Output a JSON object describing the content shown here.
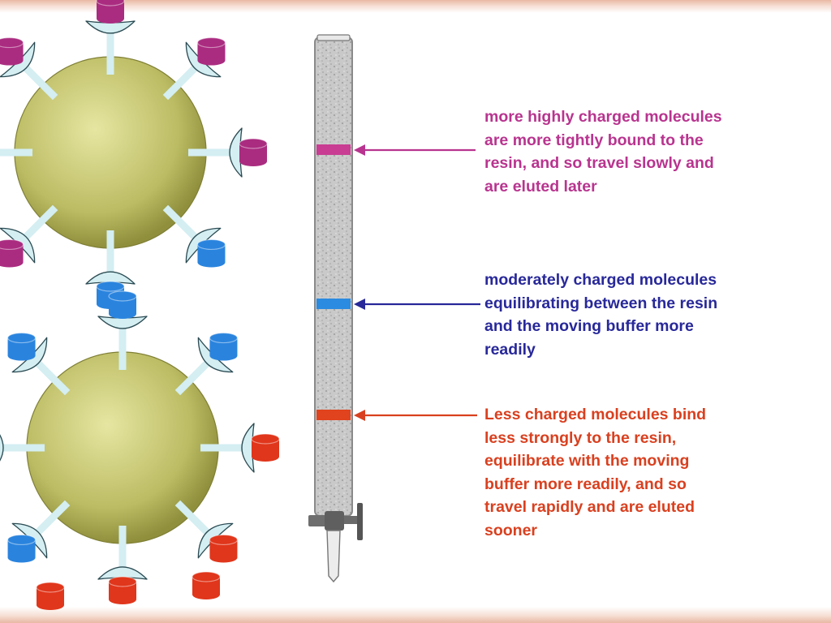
{
  "colors": {
    "slow": "#b8348f",
    "medium": "#28289a",
    "fast": "#d9401f",
    "band_slow": "#c93d93",
    "band_medium": "#2a8be0",
    "band_fast": "#e0431e",
    "bead": "#b9b961",
    "receptor": "#d4eef2",
    "ligand_magenta": "#aa2c80",
    "ligand_blue": "#2a84de",
    "ligand_red": "#e0361b"
  },
  "annotations": {
    "slow": {
      "lines": [
        "more highly charged molecules",
        "are more tightly bound to the",
        "resin, and so travel slowly and",
        "are eluted later"
      ]
    },
    "medium": {
      "lines": [
        "moderately charged molecules",
        "equilibrating between the resin",
        "and the moving buffer more",
        "readily"
      ]
    },
    "fast": {
      "lines": [
        "Less charged molecules bind",
        "less strongly to the resin,",
        "equilibrate with the moving",
        "buffer more readily, and so",
        "travel rapidly and are eluted",
        "sooner"
      ]
    }
  },
  "beads": [
    {
      "ligands": [
        {
          "angle": 90,
          "color": "magenta"
        },
        {
          "angle": 45,
          "color": "magenta"
        },
        {
          "angle": 0,
          "color": "magenta"
        },
        {
          "angle": -45,
          "color": "blue"
        },
        {
          "angle": -90,
          "color": "blue"
        },
        {
          "angle": -135,
          "color": "magenta"
        },
        {
          "angle": 180,
          "color": "none"
        },
        {
          "angle": 135,
          "color": "magenta"
        }
      ]
    },
    {
      "ligands": [
        {
          "angle": 90,
          "color": "blue"
        },
        {
          "angle": 45,
          "color": "blue"
        },
        {
          "angle": 0,
          "color": "red"
        },
        {
          "angle": -45,
          "color": "red"
        },
        {
          "angle": -90,
          "color": "red"
        },
        {
          "angle": -135,
          "color": "blue"
        },
        {
          "angle": 180,
          "color": "none"
        },
        {
          "angle": 135,
          "color": "blue"
        }
      ]
    }
  ],
  "loose_molecules": [
    "red",
    "red"
  ]
}
